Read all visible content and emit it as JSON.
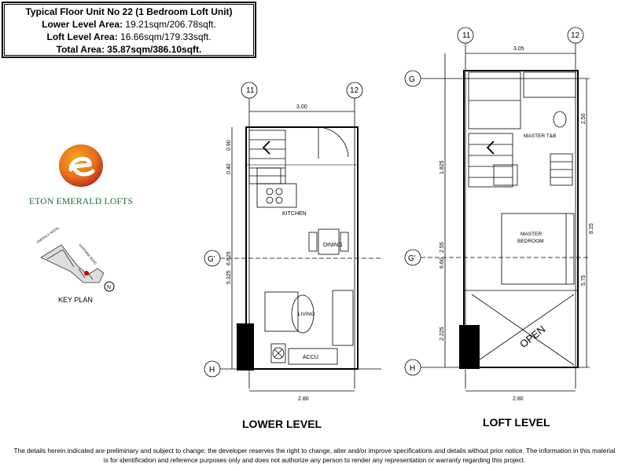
{
  "info": {
    "title": "Typical Floor Unit No 22 (1 Bedroom Loft Unit)",
    "lower_label": "Lower Level Area:",
    "lower_value": "19.21sqm/206.78sqft.",
    "loft_label": "Loft Level Area:",
    "loft_value": "16.66sqm/179.33sqft.",
    "total": "Total Area: 35.87sqm/386.10sqft."
  },
  "logo": {
    "name": "ETON EMERALD LOFTS",
    "colors": {
      "orange": "#e8731b",
      "red": "#b8261f",
      "green": "#1d6a3a"
    }
  },
  "keyplan": {
    "label": "KEY PLAN",
    "north": "N"
  },
  "lower": {
    "grid_11": "11",
    "grid_12": "12",
    "grid_g": "G'",
    "grid_h": "H",
    "top_dim": "3.00",
    "bottom_dim": "2.80",
    "dim_a": "0.90",
    "dim_b": "0.40",
    "dim_c": "6.625",
    "dim_d": "5.325",
    "kitchen": "KITCHEN",
    "dining": "DINING",
    "living": "LIVING",
    "accu": "ACCU",
    "caption": "LOWER LEVEL"
  },
  "loft": {
    "grid_11": "11",
    "grid_12": "12",
    "grid_g_top": "G",
    "grid_g": "G'",
    "grid_h": "H",
    "top_dim": "3.05",
    "bottom_dim": "2.80",
    "dim_a": "1.825",
    "dim_b": "2.55",
    "dim_c": "6.60",
    "dim_d": "2.225",
    "dim_e": "2.50",
    "dim_f": "8.25",
    "dim_g": "5.75",
    "master_tb": "MASTER T&B",
    "bedroom_1": "MASTER",
    "bedroom_2": "BEDROOM",
    "open": "OPEN",
    "caption": "LOFT LEVEL"
  },
  "disclaimer": {
    "line1": "The details herein indicated are preliminary and subject to change; the developer reserves the right to change, alter and/or improve specifications and details without prior notice. The information in this material",
    "line2": "is for identification and reference purposes only and does not authorize any person to render any representation or warranty regarding this project."
  }
}
